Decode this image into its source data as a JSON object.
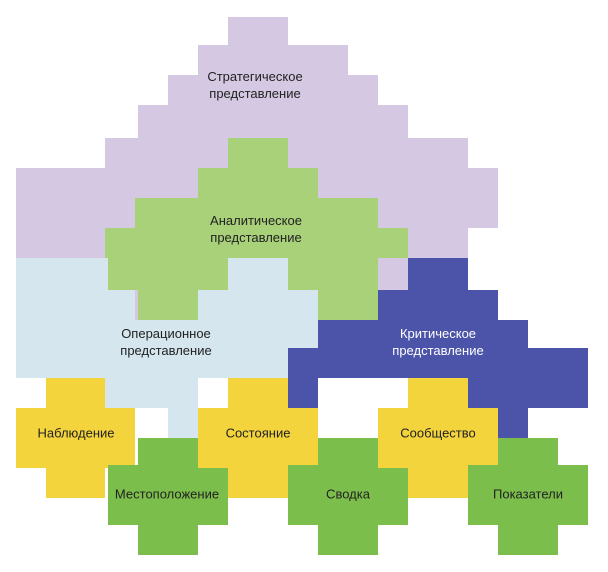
{
  "colors": {
    "strategic": "#d5c8e2",
    "analytic": "#a8d17a",
    "operational": "#d5e6ee",
    "critical": "#4b54a9",
    "yellow": "#f4d43c",
    "green": "#7cbe4c",
    "label_dark": "#222222",
    "label_light": "#ffffff"
  },
  "blocks": {
    "strategic": "Стратегическое\nпредставление",
    "analytic": "Аналитическое\nпредставление",
    "operational": "Операционное\nпредставление",
    "critical": "Критическое\nпредставление"
  },
  "tiles": {
    "observation": "Наблюдение",
    "location": "Местоположение",
    "state": "Состояние",
    "summary": "Сводка",
    "community": "Сообщество",
    "indicators": "Показатели"
  }
}
